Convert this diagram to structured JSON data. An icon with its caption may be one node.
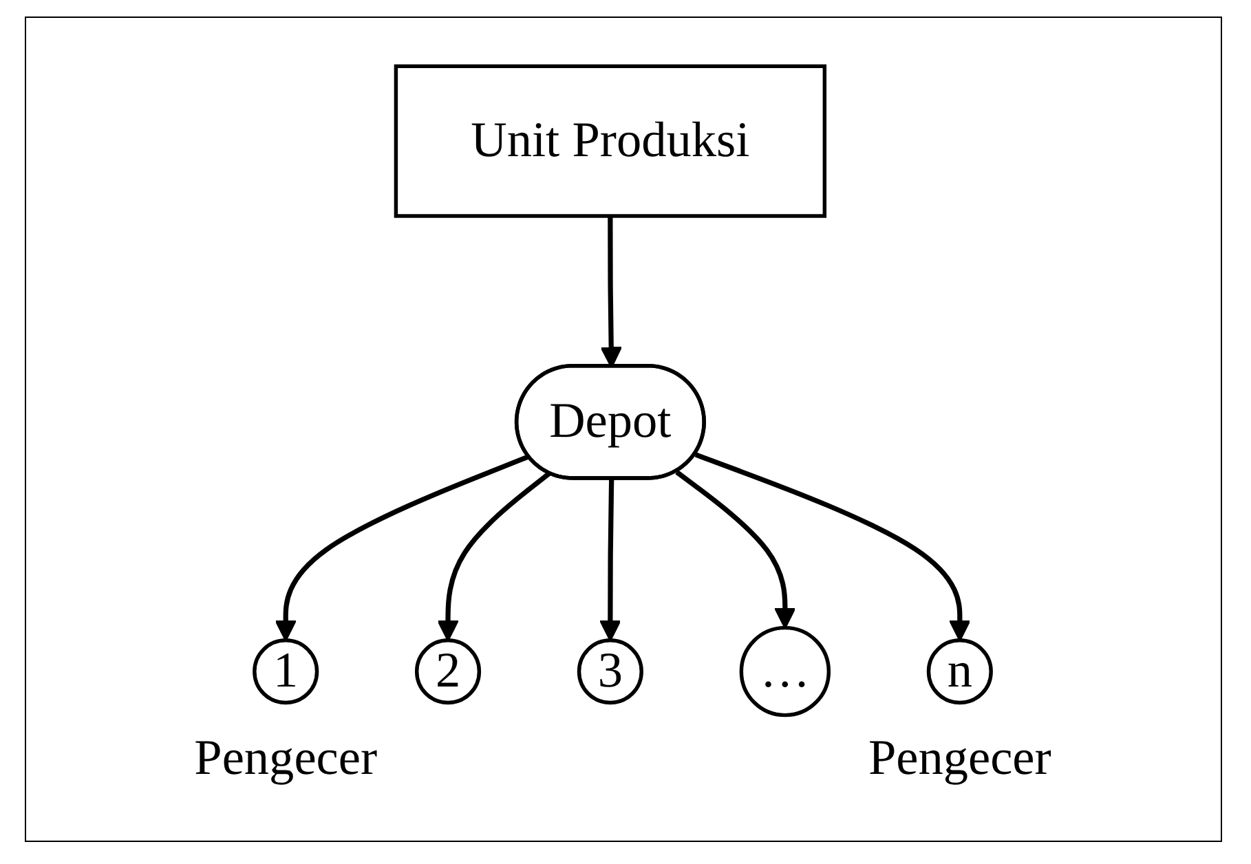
{
  "diagram": {
    "nodes": [
      {
        "text": [
          "Unit Produksi"
        ]
      },
      {
        "text": [
          "Depot"
        ]
      },
      {
        "text": [
          "1"
        ],
        "beside": [
          "Pengecer"
        ]
      },
      {
        "text": [
          "2"
        ]
      },
      {
        "text": [
          "3"
        ]
      },
      {
        "text": [
          "…"
        ]
      },
      {
        "text": [
          "n"
        ],
        "beside": [
          "Pengecer"
        ]
      }
    ],
    "edges": [
      {
        "from": 0,
        "to": 1,
        "arrow": "to"
      },
      {
        "from": 1,
        "to": 2,
        "arrow": "to"
      },
      {
        "from": 1,
        "to": 3,
        "arrow": "to"
      },
      {
        "from": 1,
        "to": 4,
        "arrow": "to"
      },
      {
        "from": 1,
        "to": 5,
        "arrow": "to"
      },
      {
        "from": 1,
        "to": 6,
        "arrow": "to"
      }
    ]
  }
}
